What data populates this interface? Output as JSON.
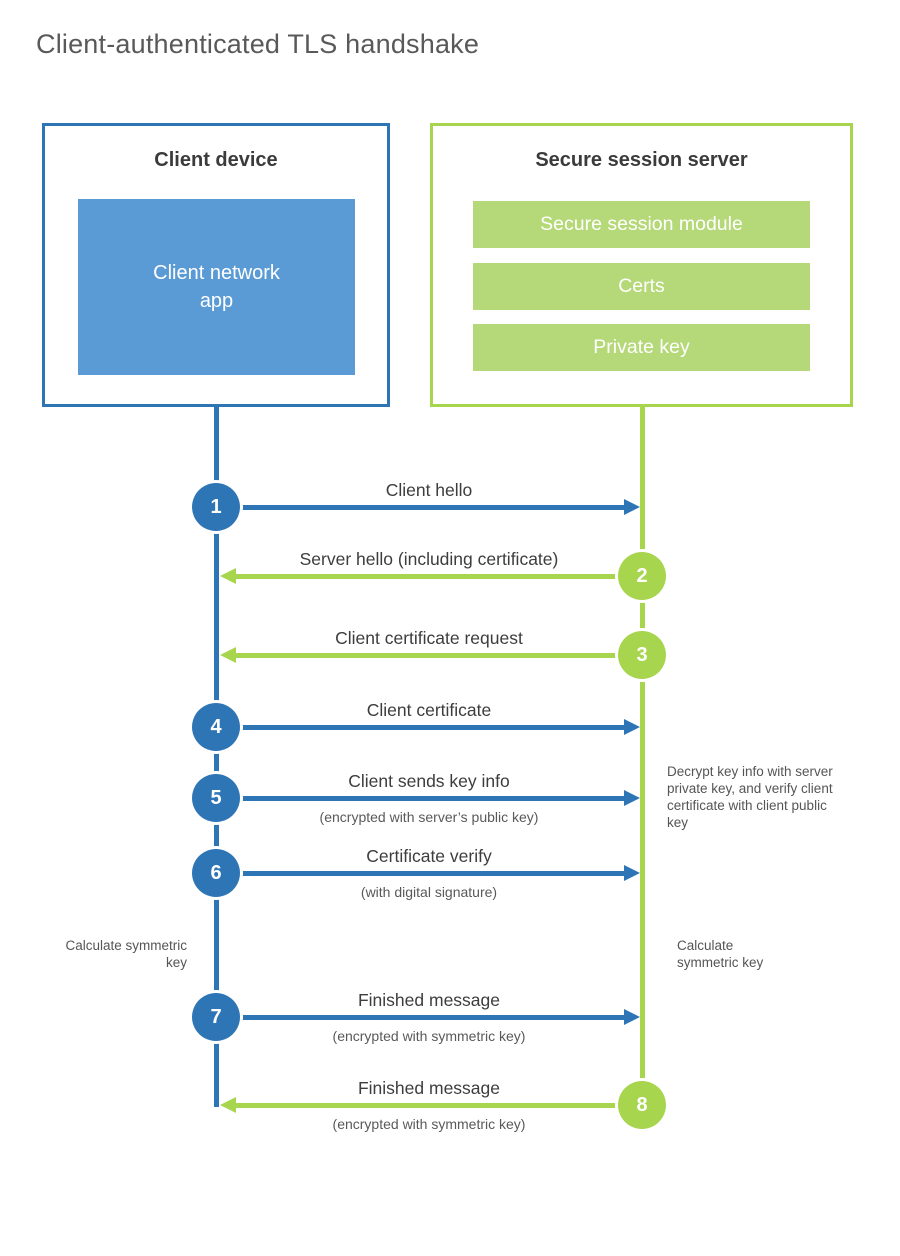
{
  "title": "Client-authenticated TLS handshake",
  "colors": {
    "blue_stroke": "#2e75b6",
    "blue_fill": "#5b9bd5",
    "green_stroke": "#a7d54e",
    "green_fill": "#b5d878",
    "heading_text": "#3b3b3b",
    "label_text": "#3d3d3d",
    "note_text": "#555555",
    "title_text": "#595959"
  },
  "client_box": {
    "title": "Client device",
    "app_lines": [
      "Client network",
      "app"
    ]
  },
  "server_box": {
    "title": "Secure session server",
    "modules": [
      "Secure session module",
      "Certs",
      "Private key"
    ]
  },
  "messages": [
    {
      "num": "1",
      "label": "Client hello",
      "sublabel": "",
      "from": "client",
      "to": "server",
      "color": "blue"
    },
    {
      "num": "2",
      "label": "Server hello (including certificate)",
      "sublabel": "",
      "from": "server",
      "to": "client",
      "color": "green"
    },
    {
      "num": "3",
      "label": "Client certificate request",
      "sublabel": "",
      "from": "server",
      "to": "client",
      "color": "green"
    },
    {
      "num": "4",
      "label": "Client certificate",
      "sublabel": "",
      "from": "client",
      "to": "server",
      "color": "blue"
    },
    {
      "num": "5",
      "label": "Client sends key info",
      "sublabel": "(encrypted with server’s public key)",
      "from": "client",
      "to": "server",
      "color": "blue"
    },
    {
      "num": "6",
      "label": "Certificate verify",
      "sublabel": "(with digital signature)",
      "from": "client",
      "to": "server",
      "color": "blue"
    },
    {
      "num": "7",
      "label": "Finished message",
      "sublabel": "(encrypted with symmetric key)",
      "from": "client",
      "to": "server",
      "color": "blue"
    },
    {
      "num": "8",
      "label": "Finished message",
      "sublabel": "(encrypted with symmetric key)",
      "from": "server",
      "to": "client",
      "color": "green"
    }
  ],
  "notes": {
    "decrypt": "Decrypt key info with server private key, and verify client certificate with client public key",
    "calc_left": "Calculate symmetric key",
    "calc_right": "Calculate symmetric key"
  }
}
